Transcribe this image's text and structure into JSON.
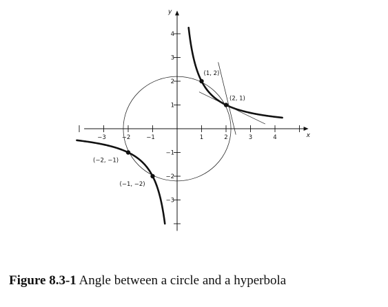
{
  "chart_data": {
    "type": "line",
    "title": "",
    "xlabel": "x",
    "ylabel": "y",
    "xlim": [
      -3.8,
      5.2
    ],
    "ylim": [
      -4.3,
      4.8
    ],
    "x_ticks": [
      -3,
      -2,
      -1,
      1,
      2,
      3,
      4
    ],
    "y_ticks": [
      -3,
      -2,
      -1,
      1,
      2,
      3,
      4
    ],
    "x_tick_labels": [
      "−3",
      "−2",
      "−1",
      "1",
      "2",
      "3",
      "4"
    ],
    "y_tick_labels": [
      "−3",
      "−2",
      "−1",
      "1",
      "2",
      "3",
      "4"
    ],
    "grid": false,
    "series": [
      {
        "style": "thick",
        "x": [
          0.47,
          0.5,
          0.6,
          0.7,
          0.8,
          1,
          1.2,
          1.5,
          2,
          2.5,
          3,
          3.5,
          4.3
        ],
        "y": [
          4.3,
          4,
          3.333,
          2.857,
          2.5,
          2,
          1.667,
          1.333,
          1,
          0.8,
          0.667,
          0.571,
          0.465
        ]
      },
      {
        "style": "thick",
        "x": [
          -4.1,
          -3.5,
          -3,
          -2.5,
          -2,
          -1.5,
          -1.2,
          -1,
          -0.8,
          -0.6,
          -0.5
        ],
        "y": [
          -0.488,
          -0.571,
          -0.667,
          -0.8,
          -1,
          -1.333,
          -1.667,
          -2,
          -2.5,
          -3.333,
          -4.1
        ]
      },
      {
        "style": "thin",
        "shape": "circle",
        "center": [
          0,
          0
        ],
        "radius": 2.2
      },
      {
        "style": "thin",
        "x": [
          0.9,
          3.6
        ],
        "y": [
          1.55,
          0.2
        ]
      },
      {
        "style": "thin",
        "x": [
          1.68,
          2.4
        ],
        "y": [
          2.8,
          -0.25
        ]
      }
    ],
    "points": [
      {
        "x": 1,
        "y": 2,
        "label": "(1, 2)"
      },
      {
        "x": 2,
        "y": 1,
        "label": "(2, 1)"
      },
      {
        "x": -2,
        "y": -1,
        "label": "(−2, −1)"
      },
      {
        "x": -1,
        "y": -2,
        "label": "(−1, −2)"
      }
    ]
  },
  "caption": {
    "number": "Figure 8.3-1",
    "text": " Angle between a circle and a hyperbola"
  }
}
